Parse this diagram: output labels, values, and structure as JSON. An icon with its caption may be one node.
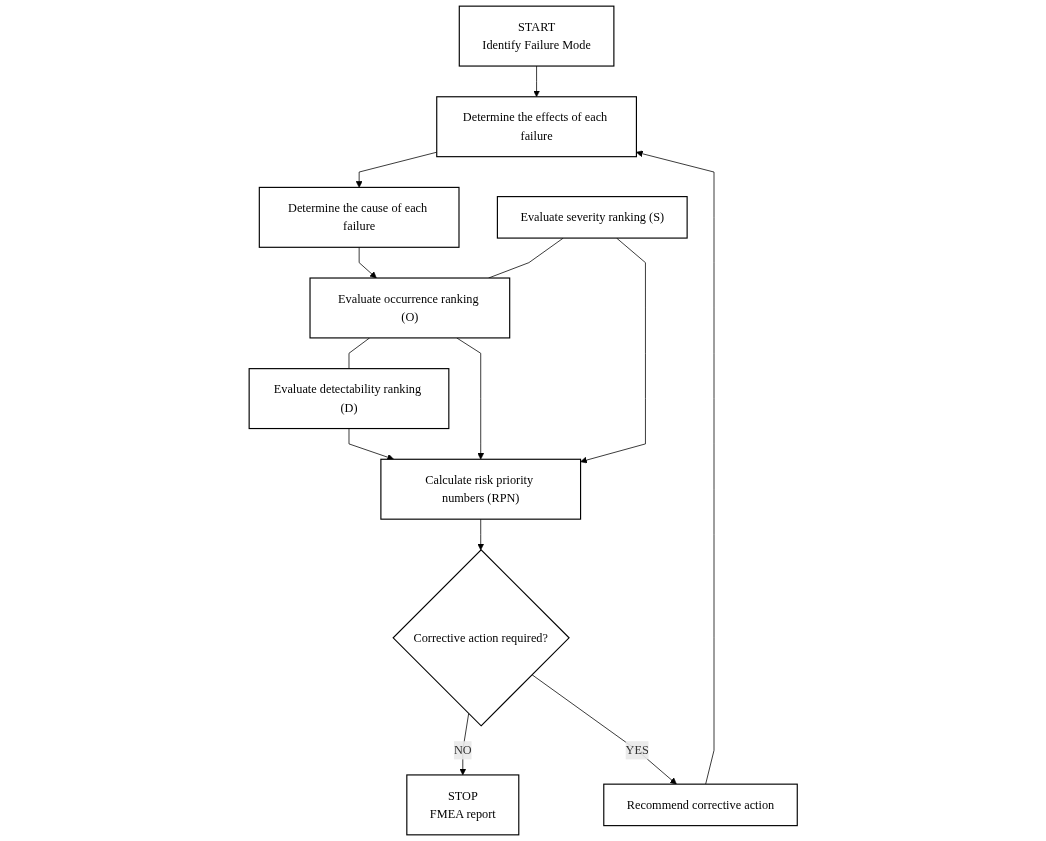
{
  "diagram": {
    "nodes": [
      {
        "text": [
          "START",
          "Identify Failure Mode"
        ]
      },
      {
        "text": [
          "Determine the effects of each failure"
        ]
      },
      {
        "text": [
          "Determine the cause of each failure"
        ]
      },
      {
        "text": [
          "Evaluate severity ranking (S)"
        ]
      },
      {
        "text": [
          "Evaluate occurrence ranking (O)"
        ]
      },
      {
        "text": [
          "Evaluate detectability ranking (D)"
        ]
      },
      {
        "text": [
          "Calculate risk priority numbers (RPN)"
        ]
      },
      {
        "text": [
          "Corrective action required?"
        ]
      },
      {
        "text": [
          "Recommend corrective action"
        ]
      },
      {
        "text": [
          "STOP",
          "FMEA report"
        ]
      }
    ],
    "edges": [
      {
        "from": 0,
        "to": 1,
        "arrow": "to"
      },
      {
        "from": 1,
        "to": 2,
        "arrow": "to"
      },
      {
        "from": 2,
        "to": 4,
        "arrow": "to"
      },
      {
        "from": 3,
        "to": 4,
        "arrow": "none"
      },
      {
        "from": 4,
        "to": 5,
        "arrow": "none"
      },
      {
        "from": 3,
        "to": 6,
        "arrow": "to"
      },
      {
        "from": 4,
        "to": 6,
        "arrow": "to"
      },
      {
        "from": 5,
        "to": 6,
        "arrow": "to"
      },
      {
        "from": 6,
        "to": 7,
        "arrow": "to"
      },
      {
        "from": 7,
        "to": 9,
        "label": "NO",
        "arrow": "to"
      },
      {
        "from": 7,
        "to": 8,
        "label": "YES",
        "arrow": "to"
      },
      {
        "from": 8,
        "to": 1,
        "arrow": "to"
      }
    ]
  }
}
